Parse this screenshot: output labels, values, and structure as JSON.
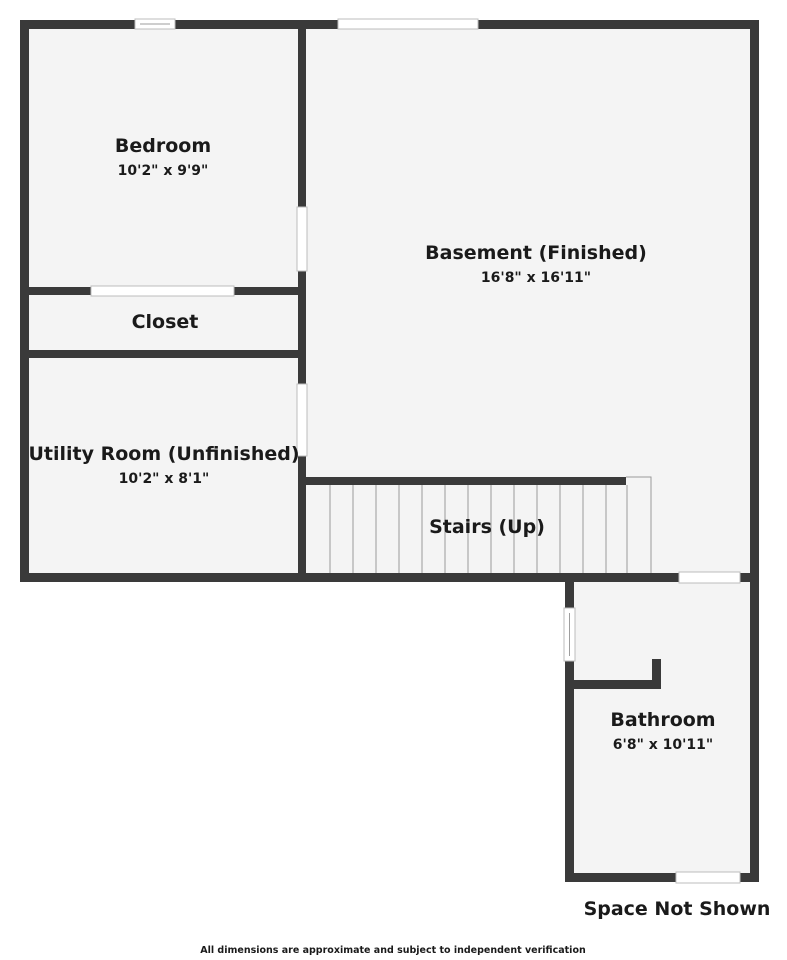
{
  "rooms": {
    "bedroom": {
      "name": "Bedroom",
      "dimensions": "10'2\" x 9'9\""
    },
    "basement": {
      "name": "Basement (Finished)",
      "dimensions": "16'8\" x 16'11\""
    },
    "closet": {
      "name": "Closet"
    },
    "utility": {
      "name": "Utility Room (Unfinished)",
      "dimensions": "10'2\" x 8'1\""
    },
    "stairs": {
      "name": "Stairs (Up)"
    },
    "bathroom": {
      "name": "Bathroom",
      "dimensions": "6'8\" x 10'11\""
    }
  },
  "notes": {
    "space_not_shown": "Space Not Shown",
    "disclaimer": "All dimensions are approximate and subject to independent verification"
  },
  "colors": {
    "wall": "#3a3a3a",
    "floor": "#f4f4f4",
    "opening": "#ffffff",
    "background": "#ffffff"
  }
}
